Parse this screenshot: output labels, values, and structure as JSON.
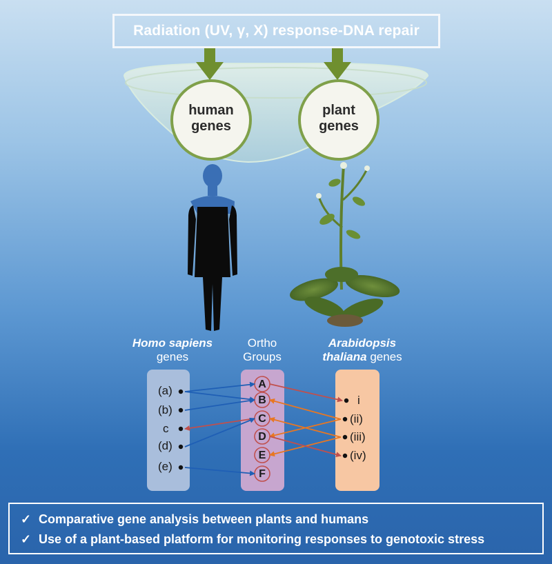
{
  "title": "Radiation (UV, γ, X) response-DNA repair",
  "circles": {
    "human": [
      "human",
      "genes"
    ],
    "plant": [
      "plant",
      "genes"
    ]
  },
  "columns": {
    "human_species": "Homo sapiens",
    "human_suffix": "genes",
    "ortho_line1": "Ortho",
    "ortho_line2": "Groups",
    "plant_species_1": "Arabidopsis",
    "plant_species_2": "thaliana",
    "plant_suffix": "genes"
  },
  "human_genes": [
    "(a)",
    "(b)",
    "c",
    "(d)",
    "(e)"
  ],
  "ortho_groups": [
    "A",
    "B",
    "C",
    "D",
    "E",
    "F"
  ],
  "plant_genes": [
    "i",
    "(ii)",
    "(iii)",
    "(iv)"
  ],
  "links": [
    {
      "from": "(a)",
      "to": "A",
      "color": "blue"
    },
    {
      "from": "(a)",
      "to": "B",
      "color": "blue"
    },
    {
      "from": "(b)",
      "to": "B",
      "color": "blue"
    },
    {
      "from": "C",
      "to": "c",
      "color": "red"
    },
    {
      "from": "(d)",
      "to": "C",
      "color": "blue"
    },
    {
      "from": "(e)",
      "to": "F",
      "color": "blue"
    },
    {
      "from": "A",
      "to": "i",
      "color": "red"
    },
    {
      "from": "(ii)",
      "to": "B",
      "color": "orange"
    },
    {
      "from": "(ii)",
      "to": "D",
      "color": "orange"
    },
    {
      "from": "(iii)",
      "to": "C",
      "color": "orange"
    },
    {
      "from": "(iii)",
      "to": "E",
      "color": "orange"
    },
    {
      "from": "D",
      "to": "(iv)",
      "color": "red"
    }
  ],
  "colors": {
    "blue_arrow": "#1f5fb5",
    "red_arrow": "#c0504d",
    "orange_arrow": "#e87722",
    "circle_border": "#7fa04a",
    "down_arrow": "#6f8f2f",
    "human_box": "#a9bedc",
    "ortho_box": "#c7a6cf",
    "plant_box": "#f7c7a3"
  },
  "bullets": [
    "Comparative gene analysis between plants and humans",
    "Use of a plant-based platform for monitoring responses to genotoxic stress"
  ],
  "check_symbol": "✓"
}
